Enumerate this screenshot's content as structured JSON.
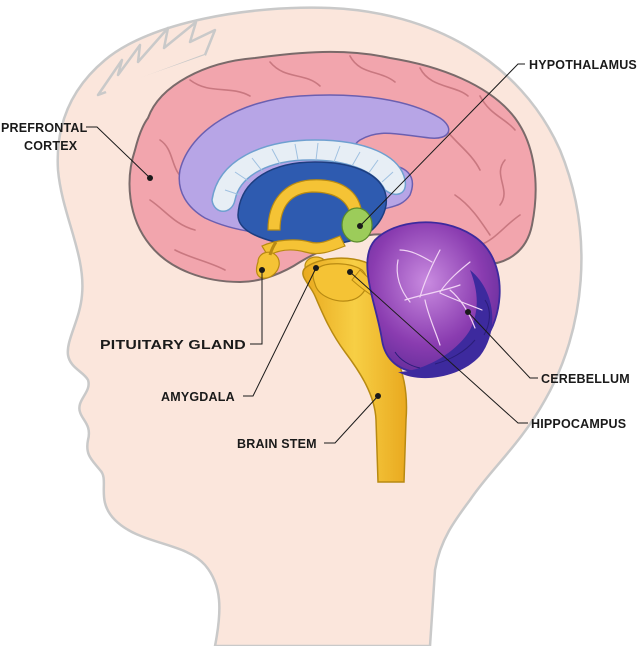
{
  "labels": {
    "prefrontal_cortex_line1": "PREFRONTAL",
    "prefrontal_cortex_line2": "CORTEX",
    "hypothalamus": "HYPOTHALAMUS",
    "pituitary_gland": "PITUITARY GLAND",
    "amygdala": "AMYGDALA",
    "cerebellum": "CEREBELLUM",
    "hippocampus": "HIPPOCAMPUS",
    "brain_stem": "BRAIN STEM"
  },
  "colors": {
    "skin": "#fbe6dc",
    "head_outline": "#c9c9c9",
    "cortex": "#f2a5ad",
    "cortex_outline": "#7a6a6a",
    "inner_lavender": "#b7a5e6",
    "corpus_callosum_light": "#e7eef5",
    "ventricle_blue": "#2e5bb0",
    "limbic_yellow": "#f5c335",
    "hypothalamus_green": "#9ccc5a",
    "cerebellum_purple": "#8a3cb0",
    "cerebellum_dark": "#3d2a9e"
  }
}
